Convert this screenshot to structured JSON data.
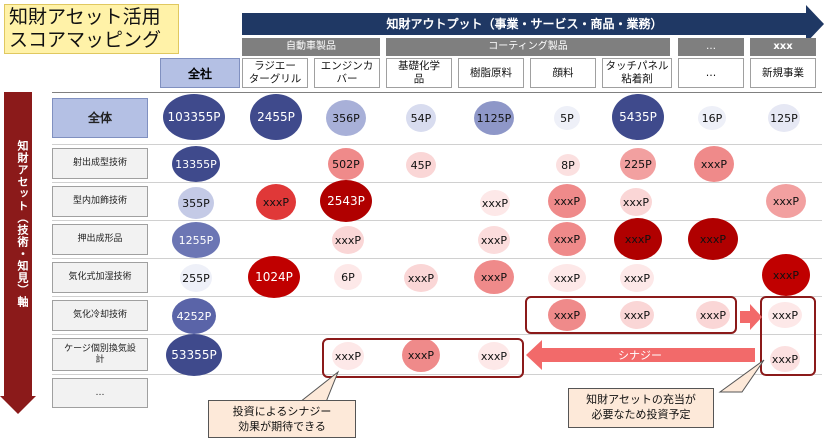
{
  "title": {
    "line1": "知財アセット活用",
    "line2": "スコアマッピング"
  },
  "output_axis_label": "知財アウトプット（事業・サービス・商品・業務）",
  "asset_axis_label": "知財アセット（技術・知見）軸",
  "groups": [
    {
      "label": "自動車製品"
    },
    {
      "label": "コーティング製品"
    },
    {
      "label": "…"
    },
    {
      "label": "xxx"
    }
  ],
  "zensha_label": "全社",
  "columns": [
    {
      "label": "ラジエー\nターグリル"
    },
    {
      "label": "エンジンカ\nバー"
    },
    {
      "label": "基礎化学\n品"
    },
    {
      "label": "樹脂原料"
    },
    {
      "label": "顔料"
    },
    {
      "label": "タッチパネル\n粘着剤"
    },
    {
      "label": "…"
    },
    {
      "label": "新規事業"
    }
  ],
  "rows": [
    {
      "label": "全体"
    },
    {
      "label": "射出成型技術"
    },
    {
      "label": "型内加飾技術"
    },
    {
      "label": "押出成形品"
    },
    {
      "label": "気化式加湿技術"
    },
    {
      "label": "気化冷却技術"
    },
    {
      "label": "ケージ個別換気設\n計"
    },
    {
      "label": "…"
    }
  ],
  "cells": {
    "total": [
      "103355P",
      "2455P",
      "356P",
      "54P",
      "1125P",
      "5P",
      "5435P",
      "16P",
      "125P"
    ],
    "r1": [
      "13355P",
      "502P",
      "45P",
      "8P",
      "225P",
      "xxxP"
    ],
    "r2": [
      "355P",
      "xxxP",
      "2543P",
      "xxxP",
      "xxxP",
      "xxxP",
      "xxxP"
    ],
    "r3": [
      "1255P",
      "xxxP",
      "xxxP",
      "xxxP",
      "xxxP",
      "xxxP"
    ],
    "r4": [
      "255P",
      "1024P",
      "6P",
      "xxxP",
      "xxxP",
      "xxxP",
      "xxxP",
      "xxxP"
    ],
    "r5": [
      "4252P",
      "xxxP",
      "xxxP",
      "xxxP",
      "xxxP"
    ],
    "r6": [
      "53355P",
      "xxxP",
      "xxxP",
      "xxxP",
      "xxxP"
    ]
  },
  "synergy_label": "シナジー",
  "callout_left": {
    "line1": "投資によるシナジー",
    "line2": "効果が期待できる"
  },
  "callout_right": {
    "line1": "知財アセットの充当が",
    "line2": "必要なため投資予定"
  },
  "colors": {
    "navy": "#1f3864",
    "deep_red": "#8b1a1a",
    "blue_circle": "#3f4a8c",
    "red_circle": "#c00000"
  }
}
